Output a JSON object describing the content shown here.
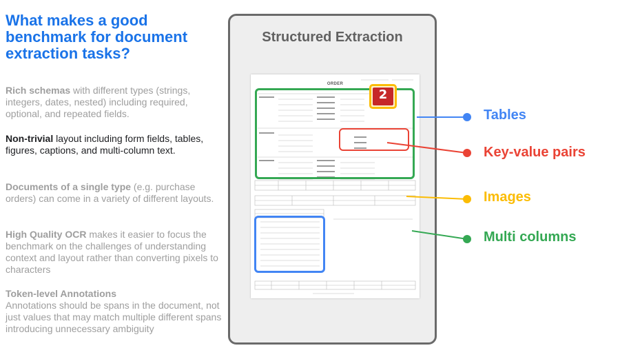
{
  "title": "What makes a good benchmark for document extraction tasks?",
  "points": [
    {
      "bold": "Rich schemas",
      "rest": " with different types (strings, integers, dates, nested) including required, optional, and repeated fields."
    },
    {
      "bold": "Non-trivial",
      "rest": " layout including form fields, tables, figures, captions, and multi-column text."
    },
    {
      "bold": "Documents of a single type",
      "rest": " (e.g. purchase orders) can come in a variety of different layouts."
    },
    {
      "bold": "High Quality OCR",
      "rest": " makes it easier to focus the benchmark on the challenges of understanding context and layout rather than converting pixels to characters"
    },
    {
      "bold": "Token-level Annotations",
      "rest": "Annotations should be spans in the document, not just values that may match multiple different spans introducing unnecessary ambiguity"
    }
  ],
  "panel": {
    "title": "Structured Extraction",
    "doc_heading": "ORDER",
    "logo_text": "2"
  },
  "labels": {
    "tables": "Tables",
    "key_value": "Key-value pairs",
    "images": "Images",
    "multi_columns": "Multi columns"
  },
  "colors": {
    "blue": "#4285f4",
    "red": "#ea4335",
    "yellow": "#fbbc04",
    "green": "#34a853",
    "title_blue": "#1a73e8"
  }
}
